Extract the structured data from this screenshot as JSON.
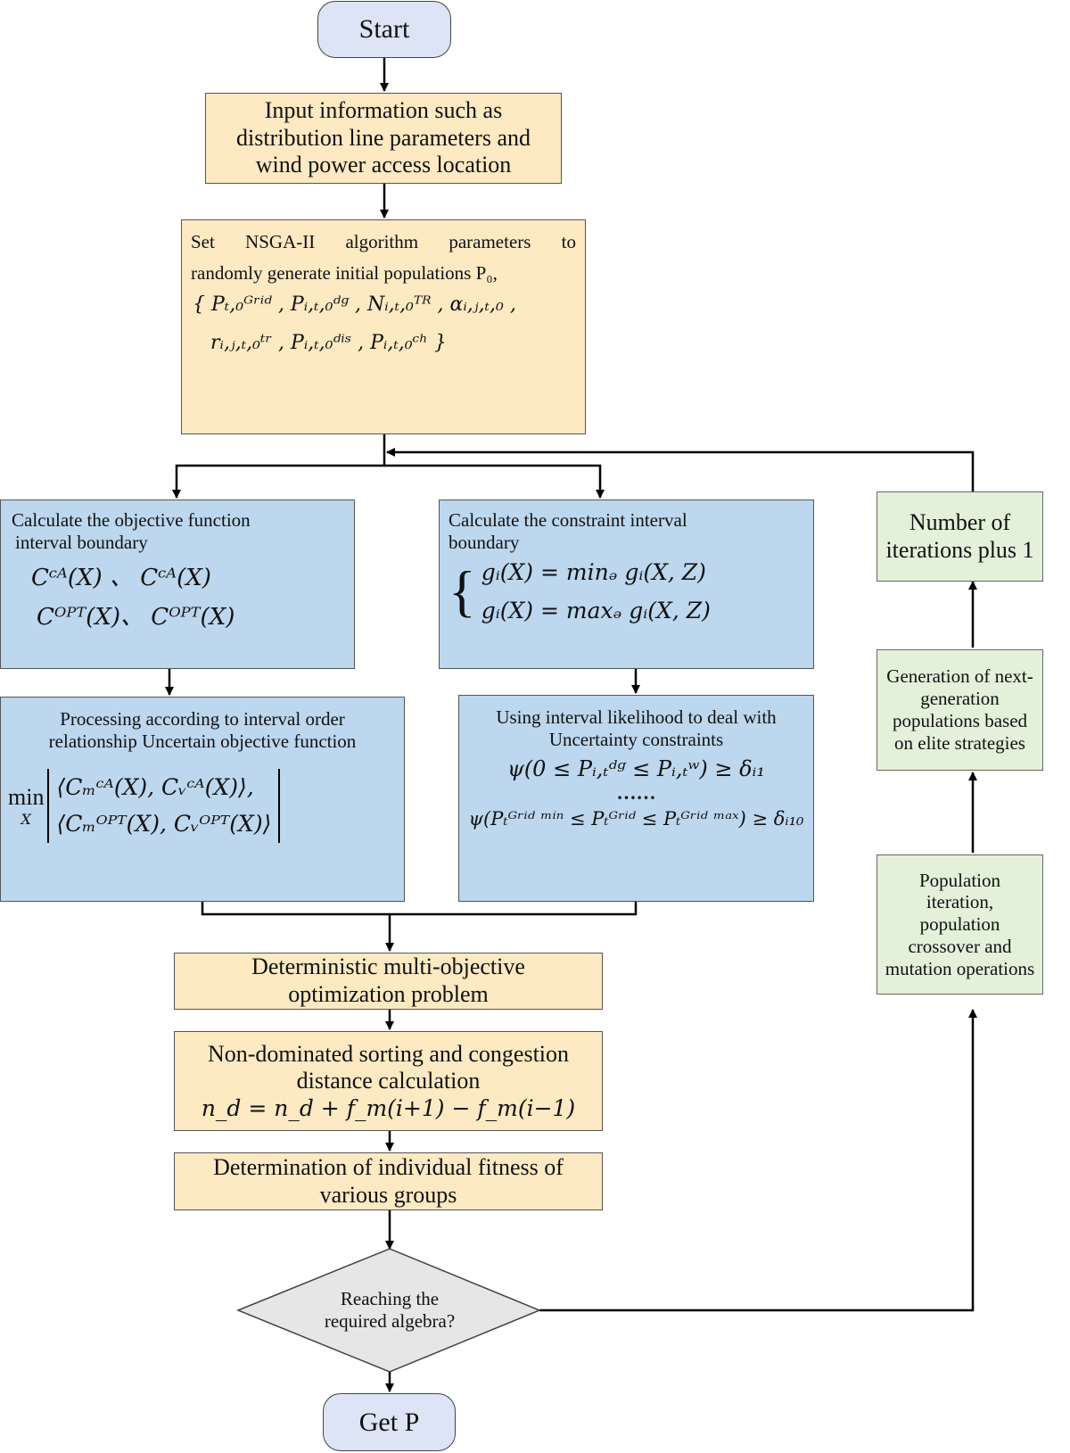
{
  "nodes": {
    "start": "Start",
    "input_info": [
      "Input information such as",
      "distribution line parameters and",
      "wind power access location"
    ],
    "nsga_params": {
      "line1": "Set NSGA-II algorithm parameters to",
      "line2": "randomly generate initial populations P₀,",
      "set_line1": "{ Pₜ,₀ᴳʳⁱᵈ , Pᵢ,ₜ,₀ᵈᵍ , Nᵢ,ₜ,₀ᵀᴿ , αᵢ,ⱼ,ₜ,₀ ,",
      "set_line2": "rᵢ,ⱼ,ₜ,₀ᵗʳ , Pᵢ,ₜ,₀ᵈⁱˢ , Pᵢ,ₜ,₀ᶜʰ }"
    },
    "objective_boundary": {
      "title": [
        "Calculate the objective function",
        "interval boundary"
      ],
      "formula1": "Cᶜᴬ(X) 、 Cᶜᴬ(X)",
      "formula2": "Cᴼᴾᵀ(X)、 Cᴼᴾᵀ(X)"
    },
    "constraint_boundary": {
      "title": [
        "Calculate the constraint interval",
        "boundary"
      ],
      "formula1": "gᵢ(X) = minₔ gᵢ(X, Z)",
      "formula2": "gᵢ(X) = maxₔ gᵢ(X, Z)"
    },
    "interval_order": {
      "title": [
        "Processing according to interval order",
        "relationship Uncertain objective function"
      ],
      "formula1": "⟨Cₘᶜᴬ(X), Cᵥᶜᴬ(X)⟩,",
      "formula2": "⟨Cₘᴼᴾᵀ(X), Cᵥᴼᴾᵀ(X)⟩",
      "min_label": "min",
      "min_sub": "X"
    },
    "likelihood": {
      "title": [
        "Using interval likelihood to deal with",
        "Uncertainty constraints"
      ],
      "formula1": "ψ(0 ≤ Pᵢ,ₜᵈᵍ ≤ Pᵢ,ₜʷ) ≥ δᵢ₁",
      "dots": "……",
      "formula2": "ψ(Pₜᴳʳⁱᵈ ᵐⁱⁿ ≤ Pₜᴳʳⁱᵈ ≤ Pₜᴳʳⁱᵈ ᵐᵃˣ) ≥ δᵢ₁₀"
    },
    "deterministic": [
      "Deterministic multi-objective",
      "optimization problem"
    ],
    "nondominated": {
      "title": [
        "Non-dominated sorting and congestion",
        "distance calculation"
      ],
      "formula": "n_d = n_d + f_m(i+1) − f_m(i−1)"
    },
    "fitness": [
      "Determination of individual fitness of",
      "various groups"
    ],
    "decision": [
      "Reaching the",
      "required algebra?"
    ],
    "end": "Get P",
    "iterations_plus_one": [
      "Number of",
      "iterations plus 1"
    ],
    "next_generation": [
      "Generation of next-",
      "generation",
      "populations based",
      "on elite strategies"
    ],
    "population_iteration": [
      "Population",
      "iteration,",
      "population",
      "crossover and",
      "mutation operations"
    ]
  },
  "colors": {
    "terminal": "#dde4f5",
    "process_yellow": "#fde9c2",
    "process_blue": "#bcd7ee",
    "process_green": "#e3f0da",
    "decision": "#e6e6e6",
    "line": "#000000"
  }
}
